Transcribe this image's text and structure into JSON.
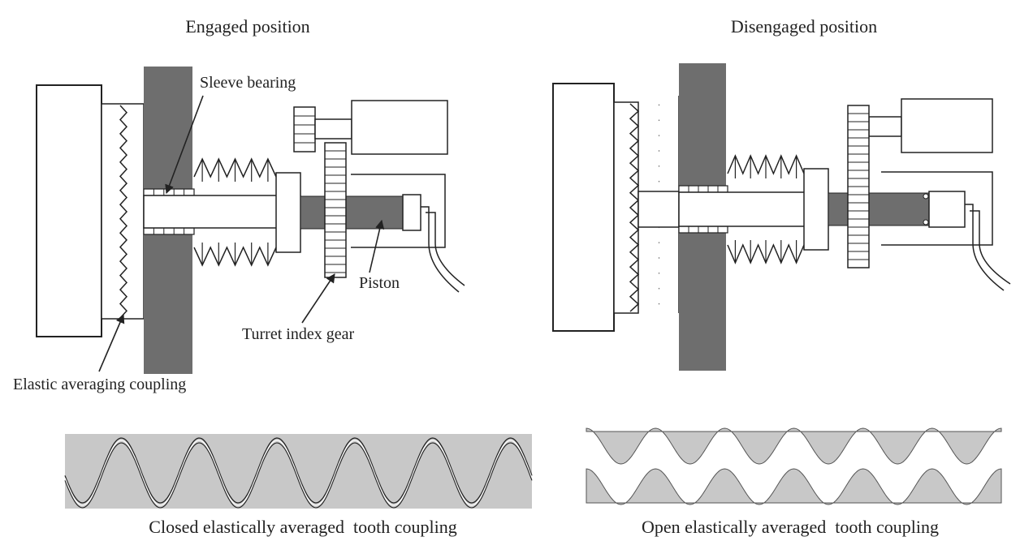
{
  "engaged": {
    "title": "Engaged position",
    "labels": {
      "sleeve_bearing": "Sleeve bearing",
      "piston": "Piston",
      "turret_index_gear": "Turret index gear",
      "elastic_coupling": "Elastic averaging coupling"
    },
    "caption": "Closed elastically averaged  tooth coupling"
  },
  "disengaged": {
    "title": "Disengaged position",
    "caption": "Open elastically averaged  tooth coupling"
  },
  "colors": {
    "dark_gray": "#6e6e6e",
    "light_gray": "#c8c8c8",
    "line": "#222222"
  }
}
